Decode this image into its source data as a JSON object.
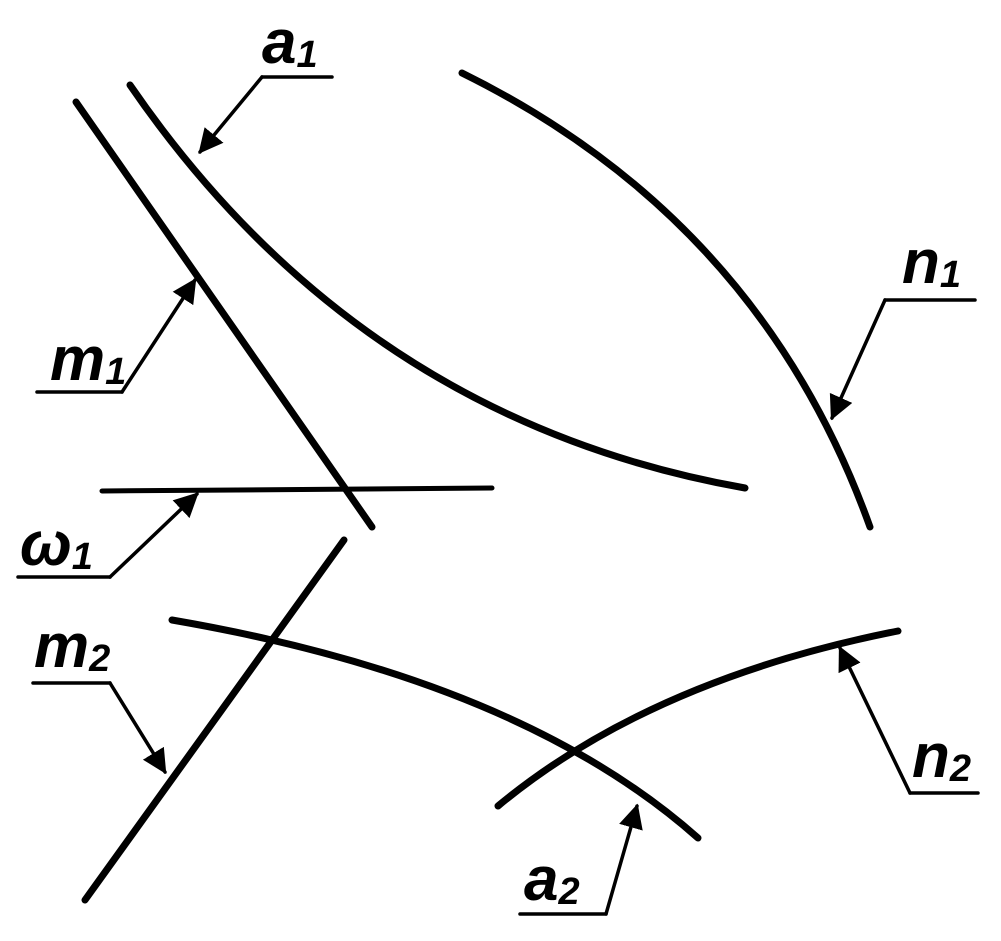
{
  "labels": {
    "a1": {
      "main": "a",
      "sub": "1"
    },
    "m1": {
      "main": "m",
      "sub": "1"
    },
    "n1": {
      "main": "n",
      "sub": "1"
    },
    "w1": {
      "main": "ω",
      "sub": "1"
    },
    "m2": {
      "main": "m",
      "sub": "2"
    },
    "n2": {
      "main": "n",
      "sub": "2"
    },
    "a2": {
      "main": "a",
      "sub": "2"
    }
  },
  "colors": {
    "ink": "#000000",
    "background": "#ffffff"
  }
}
